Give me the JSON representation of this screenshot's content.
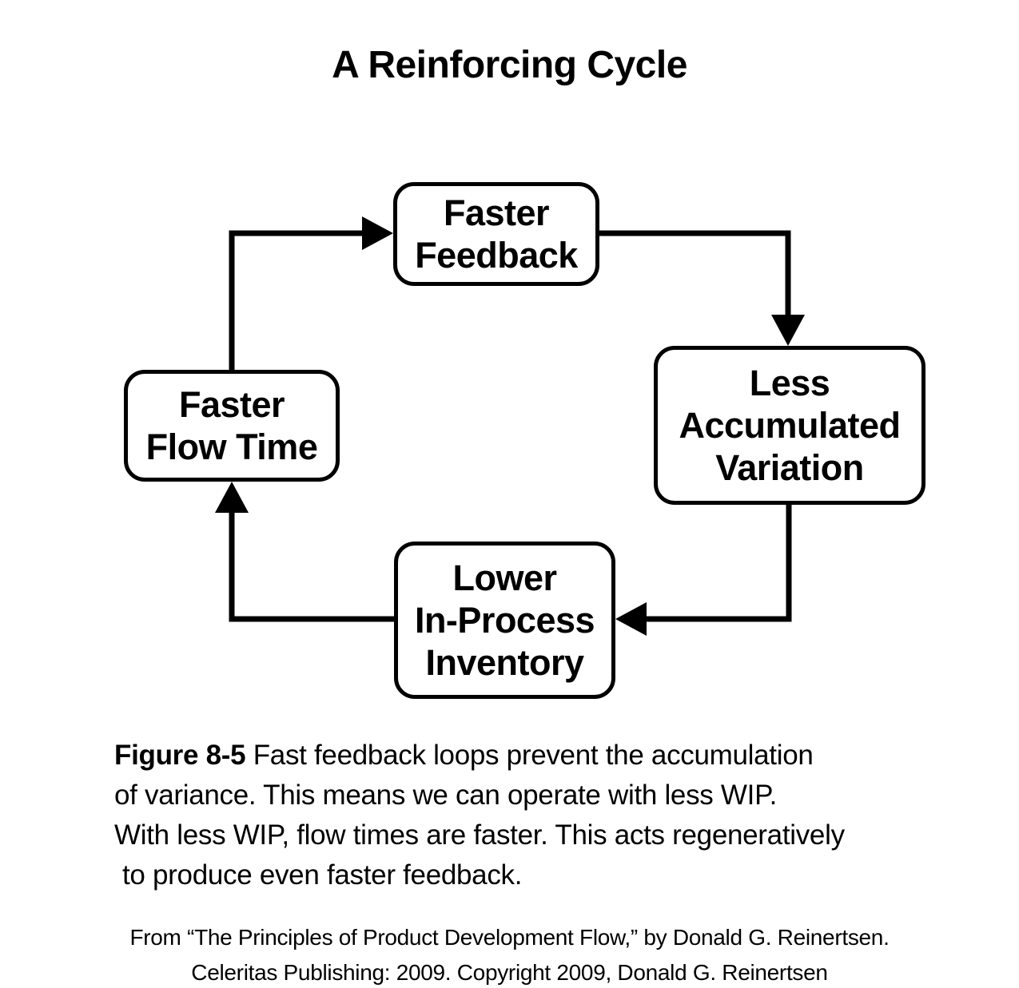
{
  "title": "A Reinforcing Cycle",
  "colors": {
    "ink": "#000000",
    "background": "#ffffff"
  },
  "diagram": {
    "nodes": [
      {
        "id": "faster-feedback",
        "label": "Faster\nFeedback"
      },
      {
        "id": "less-accumulated-variation",
        "label": "Less\nAccumulated\nVariation"
      },
      {
        "id": "lower-in-process-inventory",
        "label": "Lower\nIn-Process\nInventory"
      },
      {
        "id": "faster-flow-time",
        "label": "Faster\nFlow Time"
      }
    ],
    "edges": [
      {
        "from": "faster-flow-time",
        "to": "faster-feedback"
      },
      {
        "from": "faster-feedback",
        "to": "less-accumulated-variation"
      },
      {
        "from": "less-accumulated-variation",
        "to": "lower-in-process-inventory"
      },
      {
        "from": "lower-in-process-inventory",
        "to": "faster-flow-time"
      }
    ]
  },
  "caption": {
    "figure_label": "Figure 8-5",
    "lines": [
      "Fast feedback loops prevent the accumulation",
      "of variance. This means we can operate with less WIP.",
      "With less WIP, flow times are faster. This acts regeneratively",
      "to produce even faster feedback."
    ]
  },
  "attribution": {
    "lines": [
      "From “The Principles of Product Development Flow,” by Donald G. Reinertsen.",
      "Celeritas Publishing: 2009. Copyright 2009, Donald G. Reinertsen"
    ]
  }
}
